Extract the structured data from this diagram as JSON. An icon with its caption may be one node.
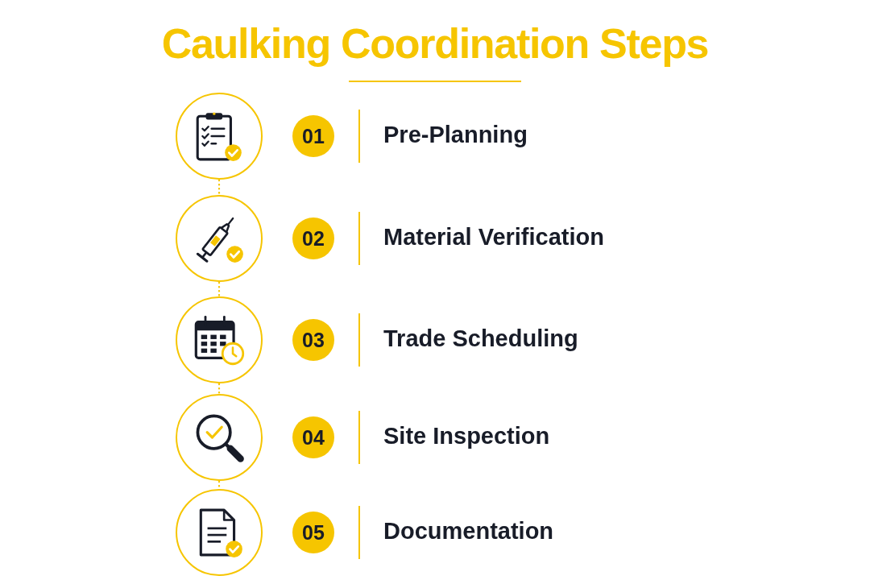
{
  "diagram": {
    "title": "Caulking Coordination Steps",
    "nodes": [
      {
        "text": [],
        "shape": "circle"
      },
      {
        "text": [
          "01"
        ],
        "beside": [
          "Pre-Planning"
        ]
      },
      {
        "text": [],
        "shape": "circle"
      },
      {
        "text": [
          "02"
        ],
        "beside": [
          "Material Verification"
        ]
      },
      {
        "text": [],
        "shape": "circle"
      },
      {
        "text": [
          "03"
        ],
        "beside": [
          "Trade Scheduling"
        ]
      },
      {
        "text": [],
        "shape": "circle"
      },
      {
        "text": [
          "04"
        ],
        "beside": [
          "Site Inspection"
        ]
      },
      {
        "text": [],
        "shape": "circle"
      },
      {
        "text": [
          "05"
        ],
        "beside": [
          "Documentation"
        ]
      }
    ],
    "edges": [
      {
        "from": 0,
        "to": 2,
        "arrow": "none",
        "style": "dashed"
      },
      {
        "from": 2,
        "to": 4,
        "arrow": "none",
        "style": "dashed"
      },
      {
        "from": 4,
        "to": 6,
        "arrow": "none",
        "style": "dashed"
      },
      {
        "from": 6,
        "to": 8,
        "arrow": "none",
        "style": "dashed"
      }
    ]
  }
}
